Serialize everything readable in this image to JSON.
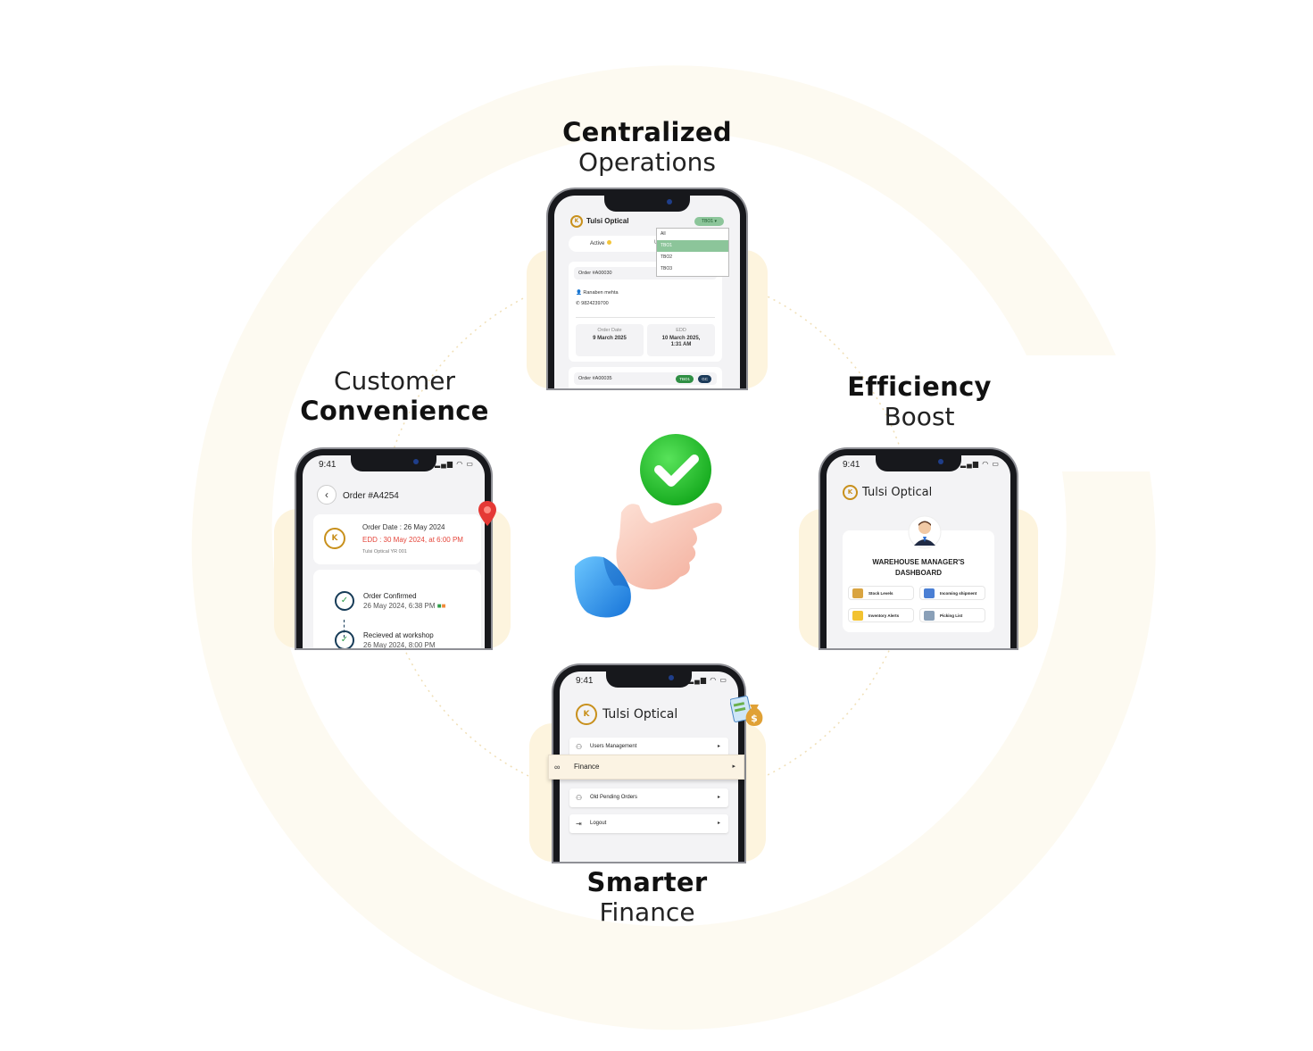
{
  "headings": {
    "top": {
      "bold": "Centralized",
      "light": "Operations"
    },
    "left": {
      "light": "Customer",
      "bold": "Convenience"
    },
    "right": {
      "bold": "Efficiency",
      "light": "Boost"
    },
    "bottom": {
      "bold": "Smarter",
      "light": "Finance"
    }
  },
  "colors": {
    "brand_gold": "#c8901c",
    "accent_green": "#2f9e4a",
    "highlight_cream": "#fbf3e3",
    "edd_red": "#e5473c"
  },
  "phone_top": {
    "app_name": "Tulsi Optical",
    "filter_label": "TBO1 ▾",
    "tab_active": "Active",
    "tab_other": "U",
    "dropdown_options": [
      "All",
      "TBO1",
      "TBO2",
      "TBO3"
    ],
    "order1": {
      "id": "Order #A00030",
      "customer": "Ranaben mehta",
      "phone": "9824239700",
      "order_date_label": "Order Date",
      "order_date": "9 March 2025",
      "edd_label": "EDD",
      "edd_line1": "10 March 2025,",
      "edd_line2": "1:31 AM"
    },
    "order2": {
      "id": "Order #A00035",
      "tag1": "TBO1",
      "tag2": "GC"
    }
  },
  "phone_left": {
    "time": "9:41",
    "title": "Order #A4254",
    "order_date": "Order Date : 26 May 2024",
    "edd": "EDD : 30 May 2024, at 6:00 PM",
    "store": "Tulsi Optical YR 001",
    "timeline": [
      {
        "title": "Order Confirmed",
        "date": "26 May 2024, 6:38 PM"
      },
      {
        "title": "Recieved at workshop",
        "date": "26 May 2024, 8:00 PM"
      }
    ]
  },
  "phone_right": {
    "time": "9:41",
    "app_name": "Tulsi Optical",
    "dashboard_title_line1": "WAREHOUSE MANAGER'S",
    "dashboard_title_line2": "DASHBOARD",
    "tiles": [
      "Stock Levels",
      "Incoming shipment",
      "Inventory Alerts",
      "Picking List"
    ]
  },
  "phone_bottom": {
    "time": "9:41",
    "app_name": "Tulsi Optical",
    "menu": [
      {
        "label": "Users Management",
        "icon": "users-icon"
      },
      {
        "label": "Finance",
        "icon": "voicemail-icon"
      },
      {
        "label": "Old Pending Orders",
        "icon": "users-icon"
      },
      {
        "label": "Logout",
        "icon": "logout-icon"
      }
    ]
  }
}
